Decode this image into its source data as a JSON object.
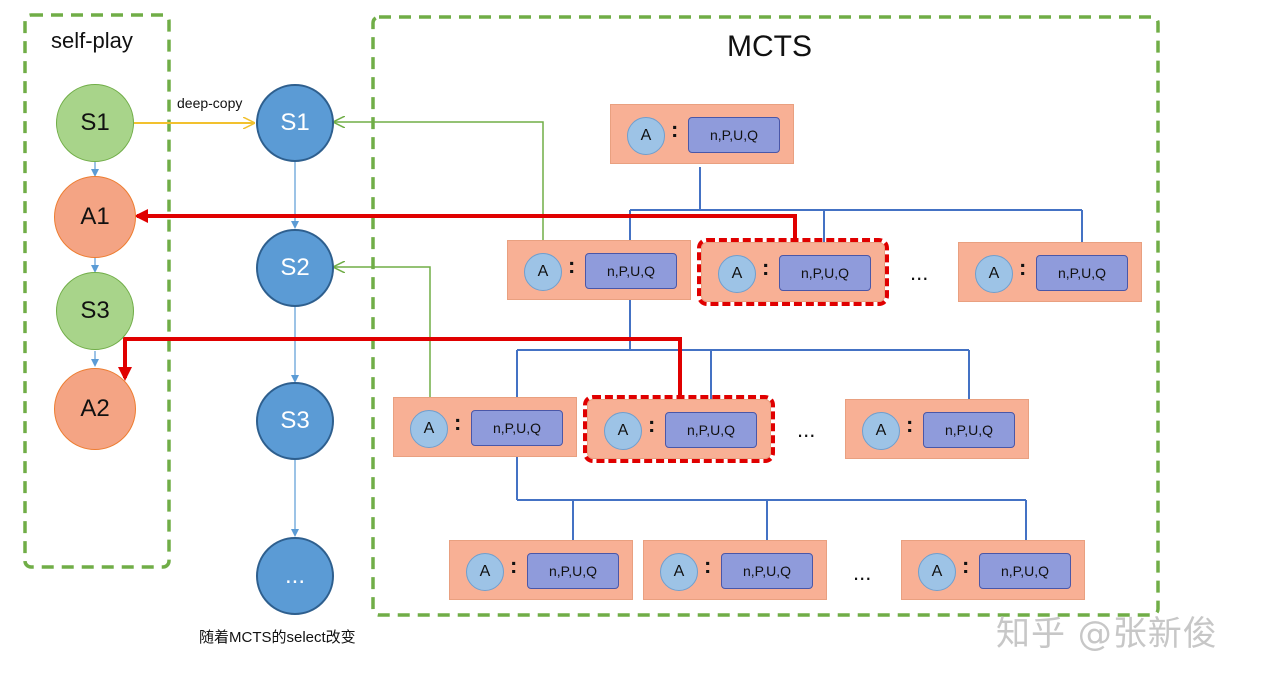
{
  "selfplay": {
    "title": "self-play",
    "nodes": [
      "S1",
      "A1",
      "S3",
      "A2"
    ]
  },
  "deep_copy_label": "deep-copy",
  "sim_states": [
    "S1",
    "S2",
    "S3",
    "..."
  ],
  "sim_caption": "随着MCTS的select改变",
  "mcts": {
    "title": "MCTS",
    "action_label": "A",
    "colon": ":",
    "stats_label": "n,P,U,Q",
    "ellipsis": "..."
  },
  "watermark": "知乎 @张新俊",
  "colors": {
    "selfplay_state": "#a8d48a",
    "selfplay_action": "#f4a484",
    "sim_state": "#5b9bd5",
    "node_fill": "#f8b095",
    "stats_fill": "#8f9bdb",
    "tree_edge": "#4472c4",
    "selection_arrow": "#e00000",
    "deep_copy_arrow": "#f2c12e",
    "state_link": "#70ad47",
    "frame_dash": "#70ad47"
  }
}
